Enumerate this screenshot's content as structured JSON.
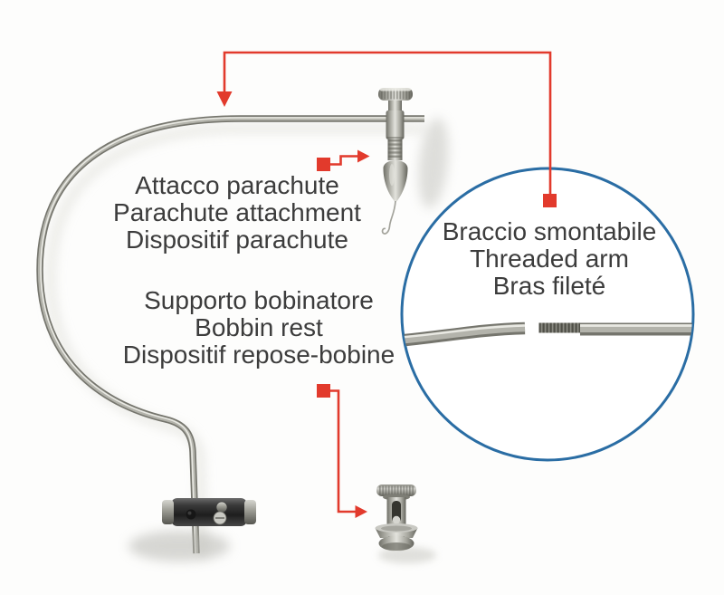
{
  "labels": {
    "parachute_attachment": {
      "line1": "Attacco parachute",
      "line2": "Parachute attachment",
      "line3": "Dispositif parachute"
    },
    "bobbin_rest": {
      "line1": "Supporto bobinatore",
      "line2": "Bobbin rest",
      "line3": "Dispositif repose-bobine"
    },
    "threaded_arm": {
      "line1": "Braccio smontabile",
      "line2": "Threaded arm",
      "line3": "Bras fileté"
    }
  },
  "colors": {
    "accent_red": "#e23a2c",
    "circle_blue": "#2a6da4",
    "label_text": "#3c3c3c",
    "background": "#fdfdfc",
    "metal_dark": "#75756d",
    "metal_mid": "#b3b3ab",
    "metal_light": "#e9e9e3"
  }
}
